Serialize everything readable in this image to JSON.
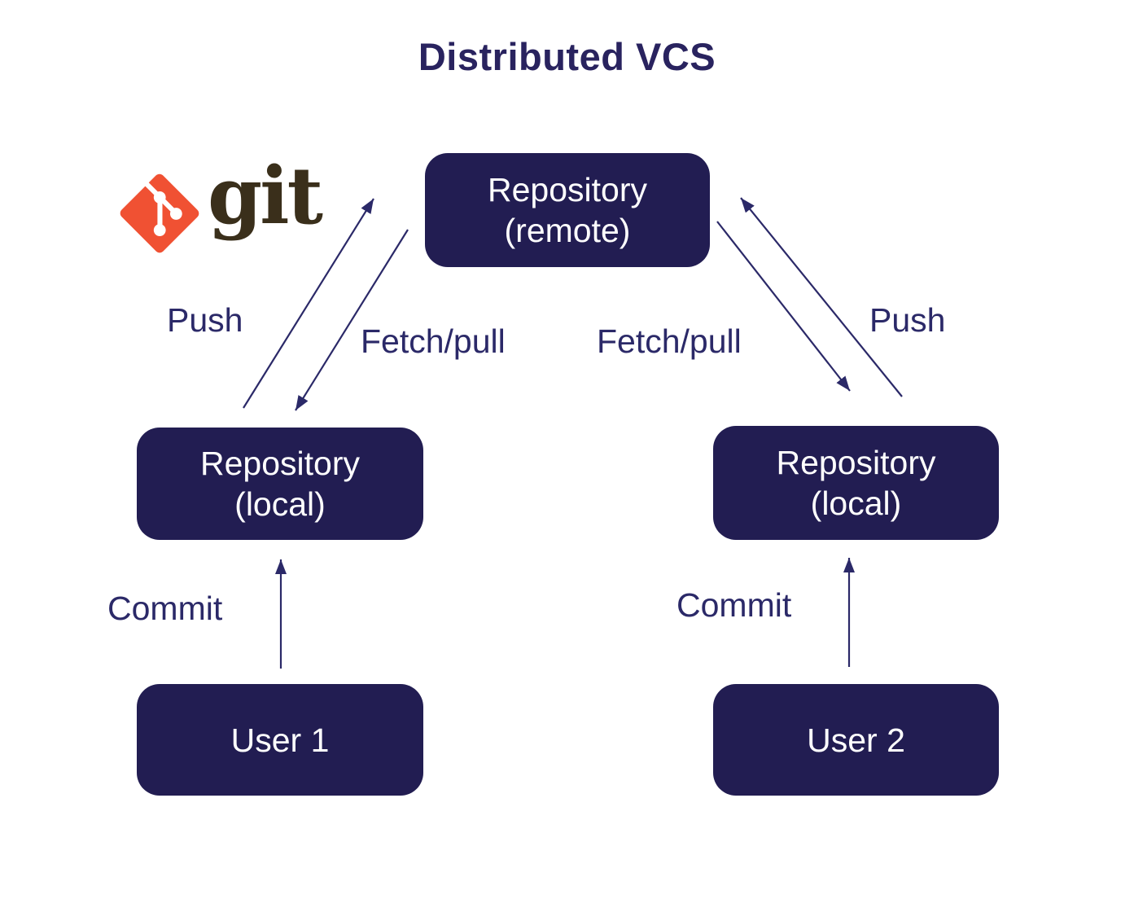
{
  "title": "Distributed VCS",
  "colors": {
    "node_bg": "#221d52",
    "node_text": "#ffffff",
    "label_text": "#2b2968",
    "arrow": "#2b2968",
    "git_orange": "#f05133",
    "git_wordmark": "#3a2f1b",
    "background": "#ffffff"
  },
  "logo": {
    "wordmark": "git"
  },
  "nodes": {
    "remote": {
      "line1": "Repository",
      "line2": "(remote)"
    },
    "local_left": {
      "line1": "Repository",
      "line2": "(local)"
    },
    "local_right": {
      "line1": "Repository",
      "line2": "(local)"
    },
    "user1": {
      "label": "User 1"
    },
    "user2": {
      "label": "User 2"
    }
  },
  "edges": {
    "push_left": {
      "label": "Push",
      "from": "local_left",
      "to": "remote"
    },
    "fetch_left": {
      "label": "Fetch/pull",
      "from": "remote",
      "to": "local_left"
    },
    "fetch_right": {
      "label": "Fetch/pull",
      "from": "remote",
      "to": "local_right"
    },
    "push_right": {
      "label": "Push",
      "from": "local_right",
      "to": "remote"
    },
    "commit_left": {
      "label": "Commit",
      "from": "user1",
      "to": "local_left"
    },
    "commit_right": {
      "label": "Commit",
      "from": "user2",
      "to": "local_right"
    }
  }
}
